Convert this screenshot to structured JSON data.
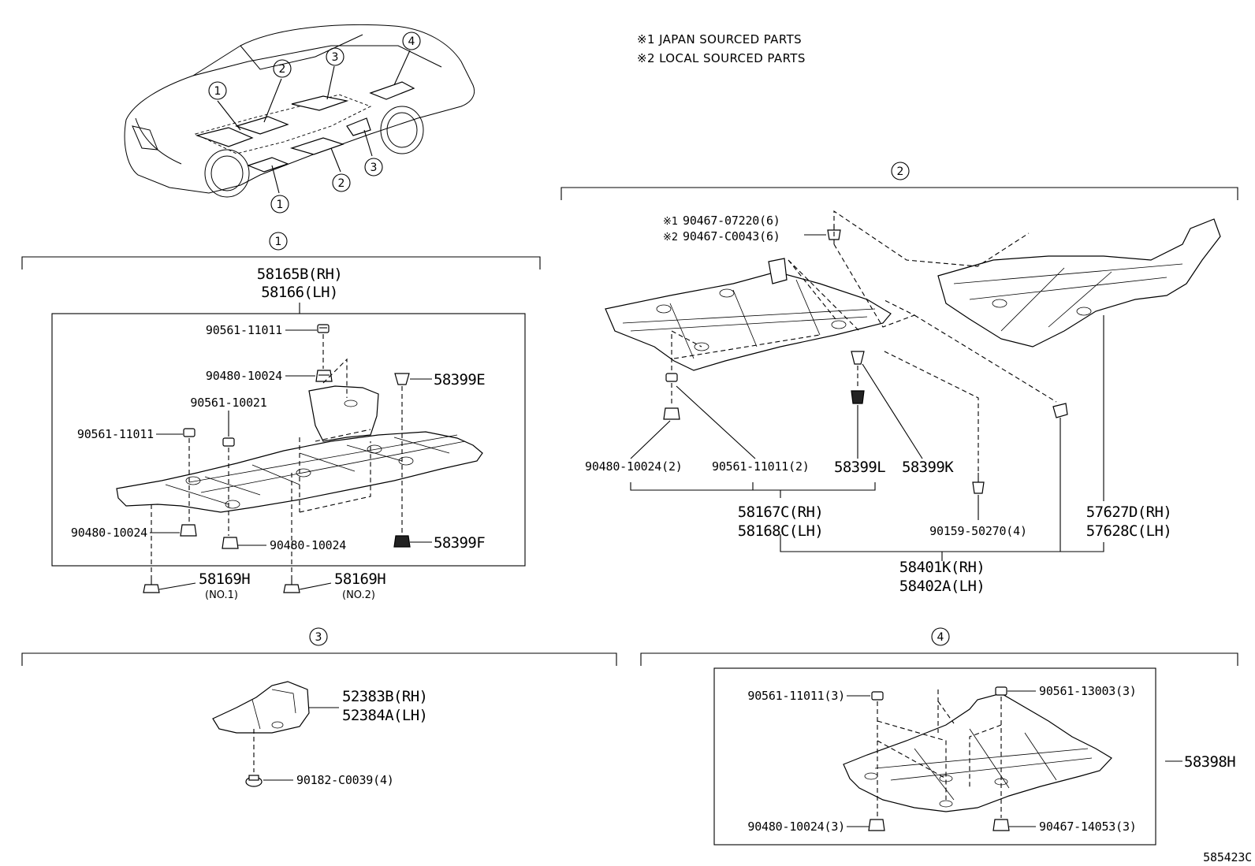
{
  "notes": {
    "line1": "※1 JAPAN SOURCED PARTS",
    "line2": "※2 LOCAL SOURCED PARTS"
  },
  "callouts": {
    "c1": "1",
    "c2": "2",
    "c3": "3",
    "c4": "4"
  },
  "section1": {
    "main_rh": "58165B(RH)",
    "main_lh": "58166(LH)",
    "p_90561_11011_top": "90561-11011",
    "p_90480_10024_top": "90480-10024",
    "p_58399E": "58399E",
    "p_90561_10021": "90561-10021",
    "p_90561_11011_left": "90561-11011",
    "p_90480_10024_left": "90480-10024",
    "p_90480_10024_bottom": "90480-10024",
    "p_58399F": "58399F",
    "p_58169H_1": "58169H",
    "p_no1": "(NO.1)",
    "p_58169H_2": "58169H",
    "p_no2": "(NO.2)"
  },
  "section2": {
    "note1_mark": "※1",
    "note1_part": "90467-07220(6)",
    "note2_mark": "※2",
    "note2_part": "90467-C0043(6)",
    "p_90480_10024_2": "90480-10024(2)",
    "p_90561_11011_2": "90561-11011(2)",
    "p_58399L": "58399L",
    "p_58399K": "58399K",
    "p_58167C": "58167C(RH)",
    "p_58168C": "58168C(LH)",
    "p_90159": "90159-50270(4)",
    "p_57627D": "57627D(RH)",
    "p_57628C": "57628C(LH)",
    "p_58401K": "58401K(RH)",
    "p_58402A": "58402A(LH)"
  },
  "section3": {
    "p_52383B": "52383B(RH)",
    "p_52384A": "52384A(LH)",
    "p_90182": "90182-C0039(4)"
  },
  "section4": {
    "p_90561_11011_3": "90561-11011(3)",
    "p_90561_13003_3": "90561-13003(3)",
    "p_58398H": "58398H",
    "p_90480_10024_3": "90480-10024(3)",
    "p_90467_14053_3": "90467-14053(3)"
  },
  "figure_code": "585423C"
}
